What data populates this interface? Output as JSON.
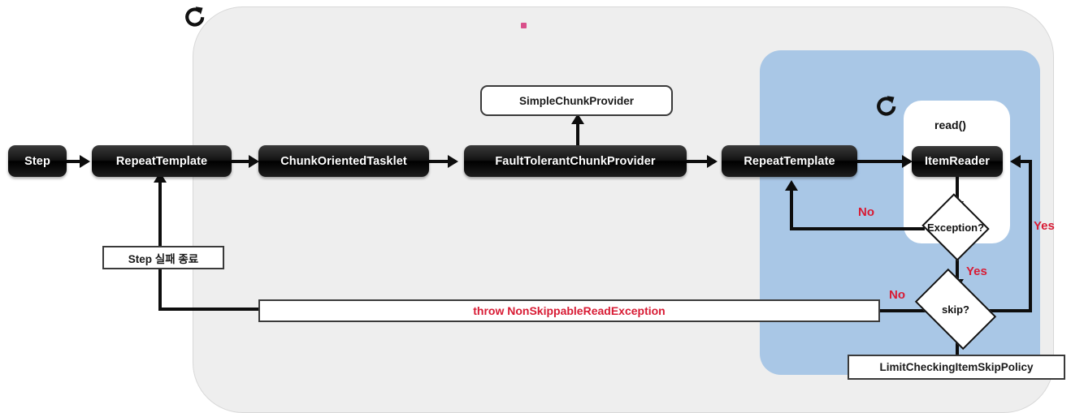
{
  "diagram": {
    "title": "Spring Batch fault tolerant read flow",
    "colors": {
      "panel_gray": "#eeeeee",
      "panel_blue": "#a9c7e6",
      "node_dark": "#111111",
      "accent_red": "#d81b34",
      "line": "#0d0d0d"
    },
    "nodes": [
      {
        "id": "step",
        "label": "Step"
      },
      {
        "id": "repeat_template_outer",
        "label": "RepeatTemplate"
      },
      {
        "id": "chunk_oriented_tasklet",
        "label": "ChunkOrientedTasklet"
      },
      {
        "id": "fault_tolerant_chunk_provider",
        "label": "FaultTolerantChunkProvider"
      },
      {
        "id": "repeat_template_inner",
        "label": "RepeatTemplate"
      },
      {
        "id": "item_reader",
        "label": "ItemReader"
      }
    ],
    "white_boxes": [
      {
        "id": "simple_chunk_provider",
        "label": "SimpleChunkProvider"
      },
      {
        "id": "step_fail_end",
        "label": "Step 실패 종료"
      },
      {
        "id": "throw_non_skippable",
        "label": "throw NonSkippableReadException"
      },
      {
        "id": "limit_checking_item_skip_policy",
        "label": "LimitCheckingItemSkipPolicy"
      }
    ],
    "decisions": [
      {
        "id": "exception_decision",
        "label": "Exception?"
      },
      {
        "id": "skip_decision",
        "label": "skip?"
      }
    ],
    "labels": {
      "read_method": "read()",
      "exception_no": "No",
      "exception_yes": "Yes",
      "skip_no": "No",
      "skip_yes": "Yes"
    },
    "icons": [
      {
        "id": "outer_loop",
        "name": "loop-refresh-icon"
      },
      {
        "id": "inner_loop",
        "name": "loop-refresh-icon"
      }
    ]
  }
}
